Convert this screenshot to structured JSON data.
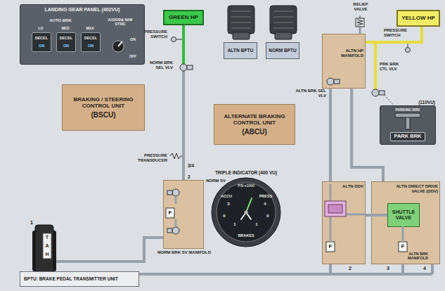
{
  "diagram": {
    "nodes": [
      {
        "text": [
          "LANDING GEAR PANEL (402VU)"
        ]
      },
      {
        "text": [
          "DECEL",
          "ON"
        ],
        "in": 0
      },
      {
        "text": [
          "DECEL",
          "ON"
        ],
        "in": 0
      },
      {
        "text": [
          "DECEL",
          "ON"
        ],
        "in": 0
      },
      {
        "text": [
          "GREEN HP"
        ]
      },
      {
        "text": [
          "ALTN BPTU"
        ]
      },
      {
        "text": [
          "NORM BPTU"
        ]
      },
      {
        "text": [
          "YELLOW HP"
        ]
      },
      {
        "text": [
          "BRAKING / STEERING CONTROL UNIT",
          "(BSCU)"
        ]
      },
      {
        "text": [
          "ALTERNATE BRAKING CONTROL UNIT",
          "(ABCU)"
        ]
      },
      {
        "text": [
          "ALTN HP MANIFOLD"
        ]
      },
      {
        "text": [
          "(110VU)",
          "PARKING BRK",
          "PARK BRK"
        ]
      },
      {
        "text": [
          "NORM BRK SV MANIFOLD"
        ]
      },
      {
        "text": [
          "TRIPLE INDICATOR (400 VU)"
        ]
      },
      {
        "text": [
          "ALTN DDV"
        ]
      },
      {
        "text": [
          "ALTN DIRECT DRIVE VALVE (DDV)"
        ]
      },
      {
        "text": [
          "SHUTTLE VALVE"
        ],
        "in": 15
      },
      {
        "text": [
          "BPTU: BRAKE PEDAL TRANSMITTER UNIT"
        ]
      }
    ],
    "edges": [
      {
        "from": 4,
        "to": 12,
        "arrow": "none"
      },
      {
        "from": 7,
        "to": 10,
        "arrow": "none"
      },
      {
        "from": 10,
        "to": 14,
        "arrow": "none"
      },
      {
        "from": 10,
        "to": 15,
        "arrow": "none"
      },
      {
        "from": 14,
        "to": 16,
        "arrow": "none"
      }
    ],
    "labels": [
      "AUTO BRK",
      "LO",
      "MED",
      "MAX",
      "A/SKID& N/W STRG",
      "ON",
      "OFF",
      "PRESSURE SWITCH",
      "NORM BRK SEL VLV",
      "RELIEF VALVE",
      "PRESSURE SWITCH",
      "ALTN BRK SEL VLV",
      "PRK BRK CTL VLV",
      "PRESSURE TRANSDUCER",
      "3/4",
      "2",
      "NORM SV",
      "F",
      "1",
      "T",
      "A",
      "H",
      "F",
      "F",
      "2",
      "3",
      "4",
      "ALTN BRK MANIFOLD",
      "PSI x1000",
      "ACCU",
      "PRESS",
      "3",
      "4",
      "0",
      "1",
      "1",
      "0",
      "BRAKES"
    ]
  }
}
